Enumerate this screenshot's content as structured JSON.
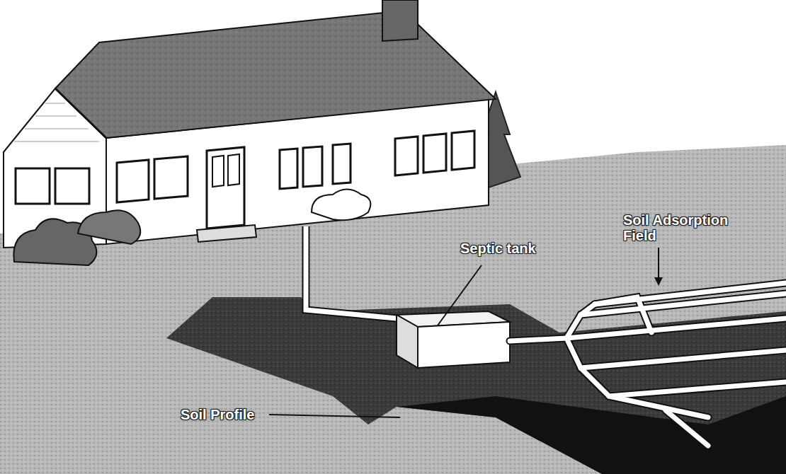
{
  "diagram": {
    "labels": [
      "Septic tank",
      "Soil Adsorption Field",
      "Soil Profile"
    ]
  }
}
